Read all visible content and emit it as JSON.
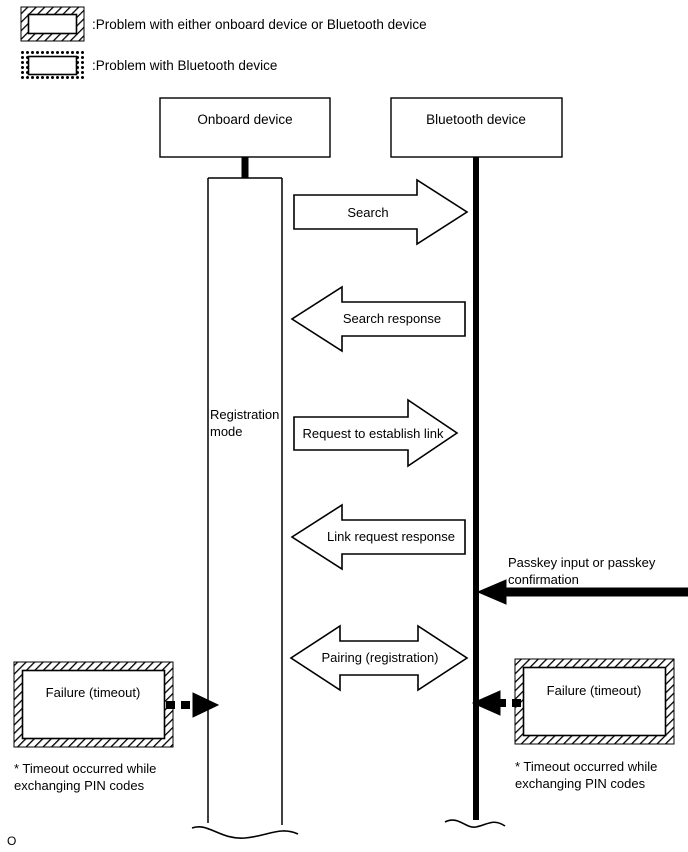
{
  "legend": {
    "items": [
      {
        "id": "legend-hatch",
        "pattern": "diagonal-hatch-border",
        "text": ":Problem with either onboard device or Bluetooth device"
      },
      {
        "id": "legend-dotted",
        "pattern": "dotted-border",
        "text": ":Problem with Bluetooth device"
      }
    ]
  },
  "lifelines": [
    {
      "id": "onboard",
      "label": "Onboard device",
      "activation_label_line1": "Registration",
      "activation_label_line2": "mode"
    },
    {
      "id": "bluetooth",
      "label": "Bluetooth device"
    }
  ],
  "messages": [
    {
      "id": "search",
      "label": "Search",
      "direction": "right"
    },
    {
      "id": "search-response",
      "label": "Search response",
      "direction": "left"
    },
    {
      "id": "request-establish-link",
      "label": "Request to establish link",
      "direction": "right"
    },
    {
      "id": "link-request-response",
      "label": "Link request response",
      "direction": "left"
    },
    {
      "id": "pairing",
      "label": "Pairing (registration)",
      "direction": "both"
    }
  ],
  "passkey": {
    "label_line1": "Passkey input or passkey",
    "label_line2": "confirmation",
    "direction": "left"
  },
  "failures": [
    {
      "id": "failure-onboard",
      "label": "Failure (timeout)",
      "note_line1": "* Timeout occurred while",
      "note_line2": "exchanging PIN codes",
      "arrow_direction": "right"
    },
    {
      "id": "failure-bluetooth",
      "label": "Failure (timeout)",
      "note_line1": "* Timeout occurred while",
      "note_line2": "exchanging PIN codes",
      "arrow_direction": "left"
    }
  ],
  "corner_mark": "O",
  "colors": {
    "stroke": "#000000",
    "background": "#ffffff"
  }
}
